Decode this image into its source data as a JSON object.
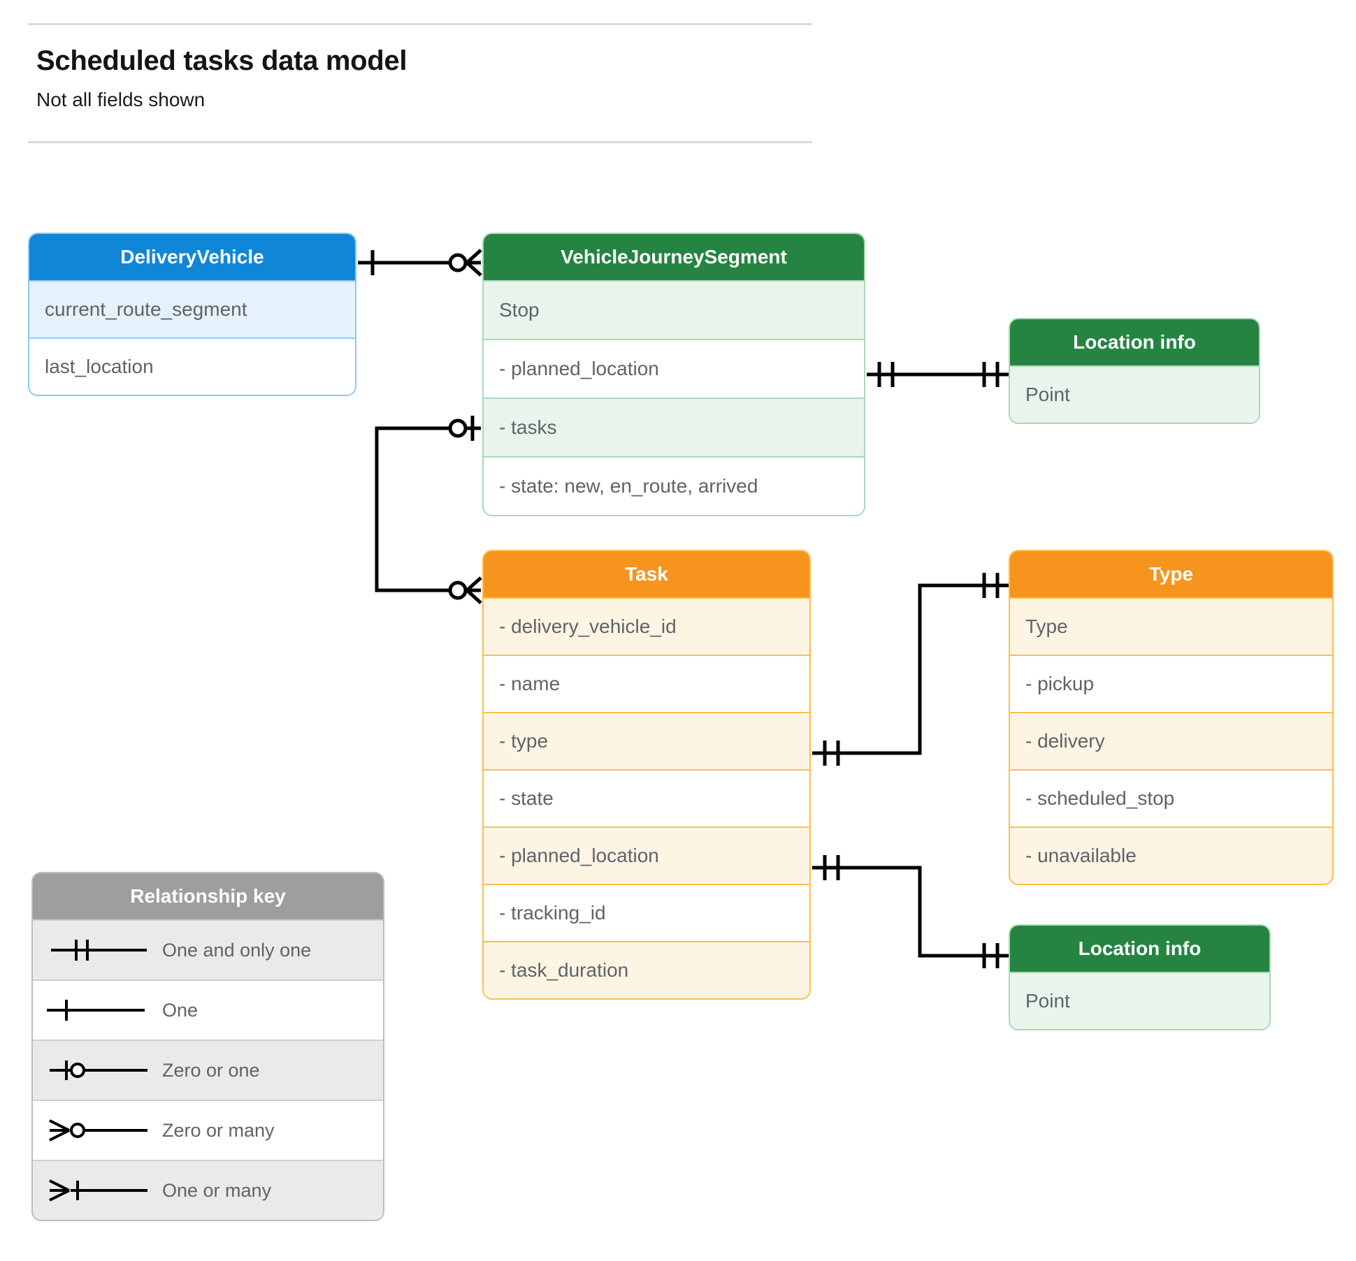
{
  "header": {
    "title": "Scheduled tasks data model",
    "subtitle": "Not all fields shown"
  },
  "colors": {
    "blue_header": "#1086d8",
    "blue_row": "#e5f1fb",
    "blue_border": "#90c8f0",
    "green_header": "#258442",
    "green_row": "#e9f4ec",
    "green_border": "#a8d9b5",
    "orange_header": "#f7941e",
    "orange_row": "#fef4e4",
    "orange_border": "#fbbe4f",
    "grey_header": "#9e9e9e",
    "grey_row": "#eaeaea",
    "text": "#5f6368",
    "line": "#000000"
  },
  "entities": {
    "delivery_vehicle": {
      "title": "DeliveryVehicle",
      "rows": [
        "current_route_segment",
        "last_location"
      ]
    },
    "vehicle_journey_segment": {
      "title": "VehicleJourneySegment",
      "rows": [
        "Stop",
        "-  planned_location",
        "- tasks",
        "- state: new, en_route, arrived"
      ]
    },
    "location_info_top": {
      "title": "Location info",
      "rows": [
        "Point"
      ]
    },
    "task": {
      "title": "Task",
      "rows": [
        "- delivery_vehicle_id",
        "- name",
        "- type",
        "- state",
        "- planned_location",
        "- tracking_id",
        "- task_duration"
      ]
    },
    "type": {
      "title": "Type",
      "rows": [
        "Type",
        "-  pickup",
        "-  delivery",
        "-  scheduled_stop",
        "-  unavailable"
      ]
    },
    "location_info_bottom": {
      "title": "Location info",
      "rows": [
        "Point"
      ]
    }
  },
  "relationship_key": {
    "title": "Relationship key",
    "items": [
      {
        "label": "One and only one",
        "symbol": "one-and-only-one"
      },
      {
        "label": "One",
        "symbol": "one"
      },
      {
        "label": "Zero or one",
        "symbol": "zero-or-one"
      },
      {
        "label": "Zero or many",
        "symbol": "zero-or-many"
      },
      {
        "label": "One or many",
        "symbol": "one-or-many"
      }
    ]
  },
  "relationships": [
    {
      "from": "DeliveryVehicle",
      "to": "VehicleJourneySegment",
      "from_cardinality": "One",
      "to_cardinality": "Zero or many"
    },
    {
      "from": "VehicleJourneySegment.planned_location",
      "to": "Location info",
      "from_cardinality": "One and only one",
      "to_cardinality": "One and only one"
    },
    {
      "from": "VehicleJourneySegment.tasks",
      "to": "Task",
      "from_cardinality": "Zero or one",
      "to_cardinality": "Zero or many"
    },
    {
      "from": "Task.type",
      "to": "Type",
      "from_cardinality": "One and only one",
      "to_cardinality": "One and only one"
    },
    {
      "from": "Task.planned_location",
      "to": "Location info",
      "from_cardinality": "One and only one",
      "to_cardinality": "One and only one"
    }
  ]
}
